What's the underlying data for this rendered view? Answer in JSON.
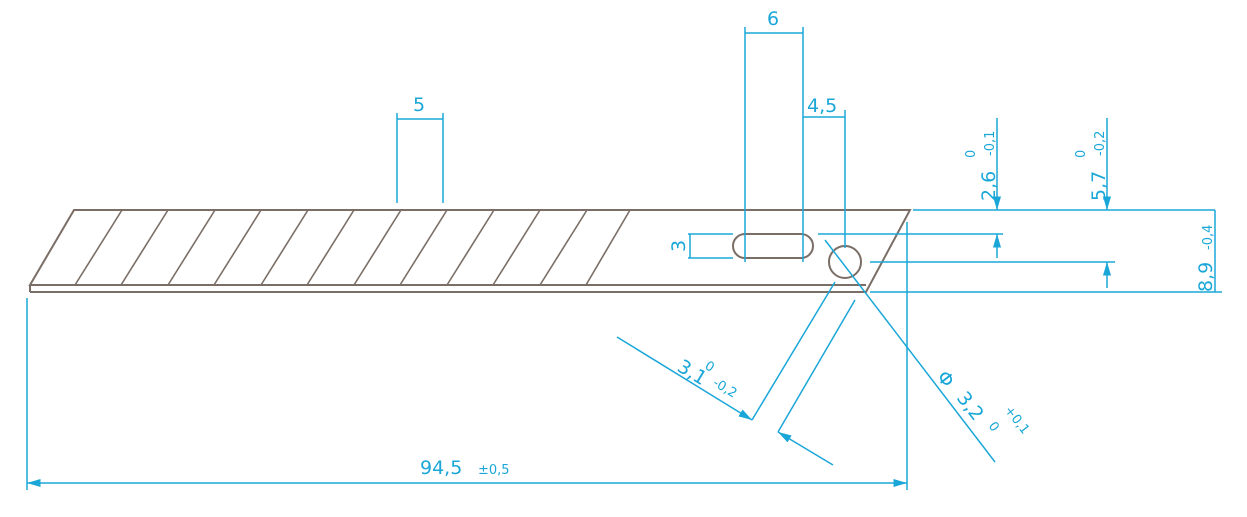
{
  "colors": {
    "blade": "#7a6e66",
    "dimension": "#1aa7d8",
    "background": "#ffffff"
  },
  "dimensions": {
    "overall_length": {
      "value": "94,5",
      "tolerance": "±0,5"
    },
    "segment_spacing": {
      "value": "5"
    },
    "slot_length": {
      "value": "6"
    },
    "slot_to_hole": {
      "value": "4,5"
    },
    "slot_height": {
      "value": "3"
    },
    "slot_depth": {
      "value": "2,6",
      "tol_upper": "0",
      "tol_lower": "-0,1"
    },
    "hole_depth": {
      "value": "5,7",
      "tol_upper": "0",
      "tol_lower": "-0,2"
    },
    "blade_width": {
      "value": "8,9",
      "tolerance": "-0,4"
    },
    "hole_offset": {
      "value": "3,1",
      "tol_upper": "0",
      "tol_lower": "-0,2"
    },
    "hole_diameter": {
      "symbol": "Φ",
      "value": "3,2",
      "tol_upper": "+0,1",
      "tol_lower": "0"
    }
  }
}
